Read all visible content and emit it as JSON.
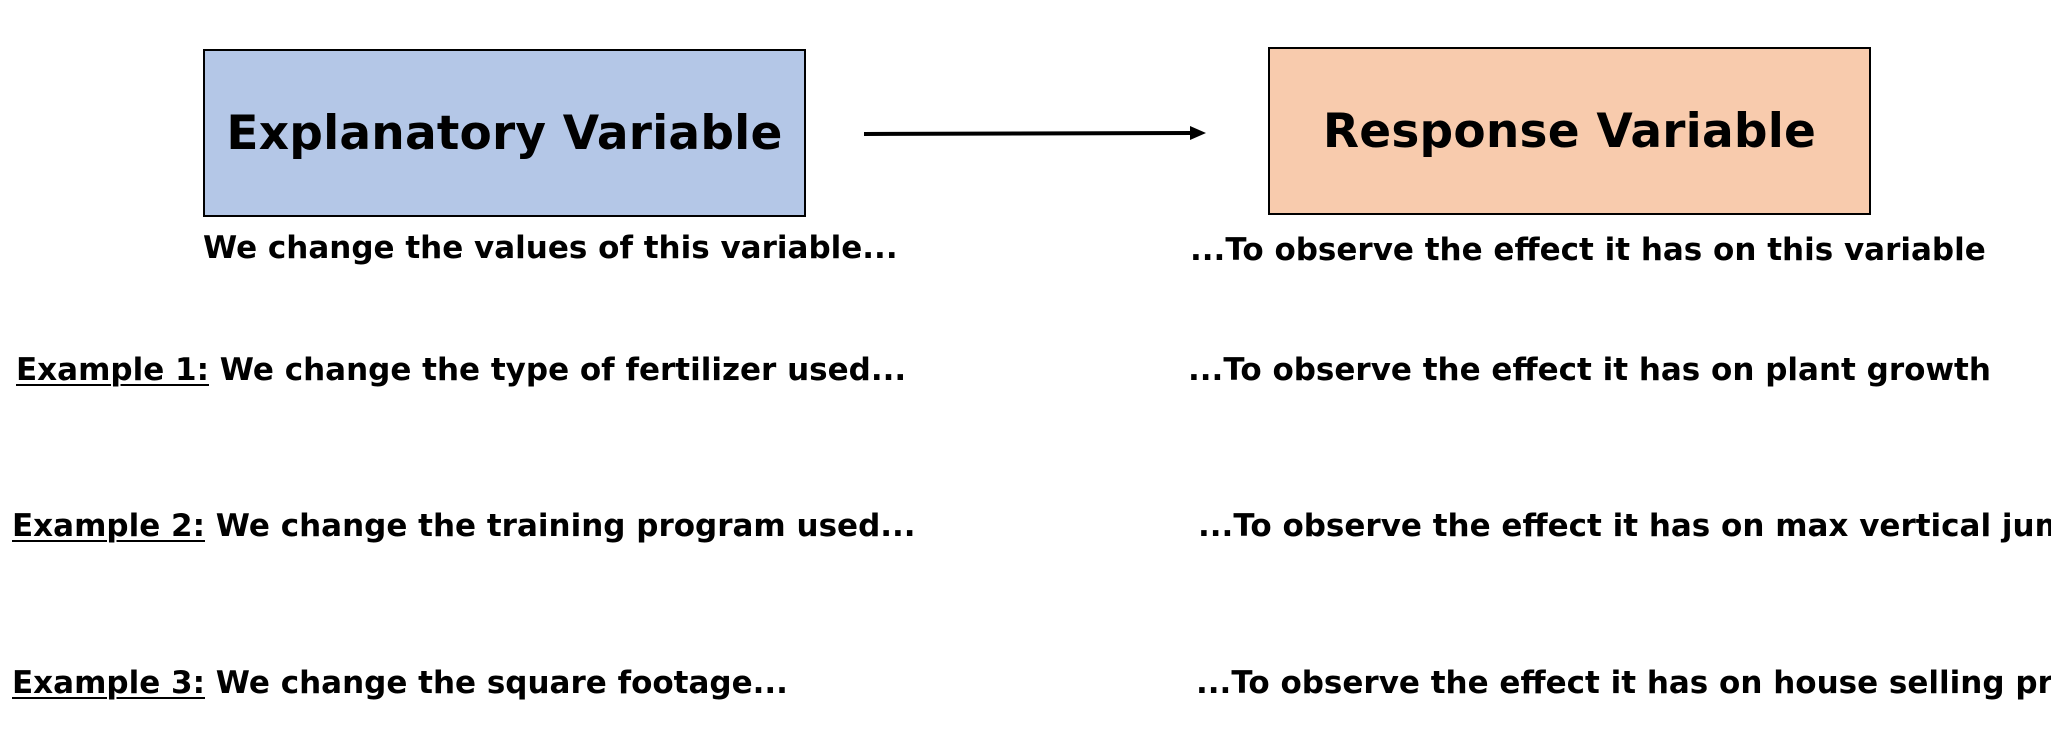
{
  "diagram": {
    "explanatory": {
      "label": "Explanatory Variable",
      "caption": "We change the values of this variable...",
      "color": "#b4c7e7"
    },
    "response": {
      "label": "Response Variable",
      "caption": "...To observe the effect it has on this variable",
      "color": "#f8cbad"
    },
    "examples": [
      {
        "label": "Example 1:",
        "explanatory_text": "We change the type of fertilizer used...",
        "response_text": "...To observe the effect it has on plant growth"
      },
      {
        "label": "Example 2:",
        "explanatory_text": "We change the training program used...",
        "response_text": "...To observe the effect it has on max vertical jump"
      },
      {
        "label": "Example 3:",
        "explanatory_text": "We change the square footage...",
        "response_text": "...To observe the effect it has on house selling price"
      }
    ]
  }
}
